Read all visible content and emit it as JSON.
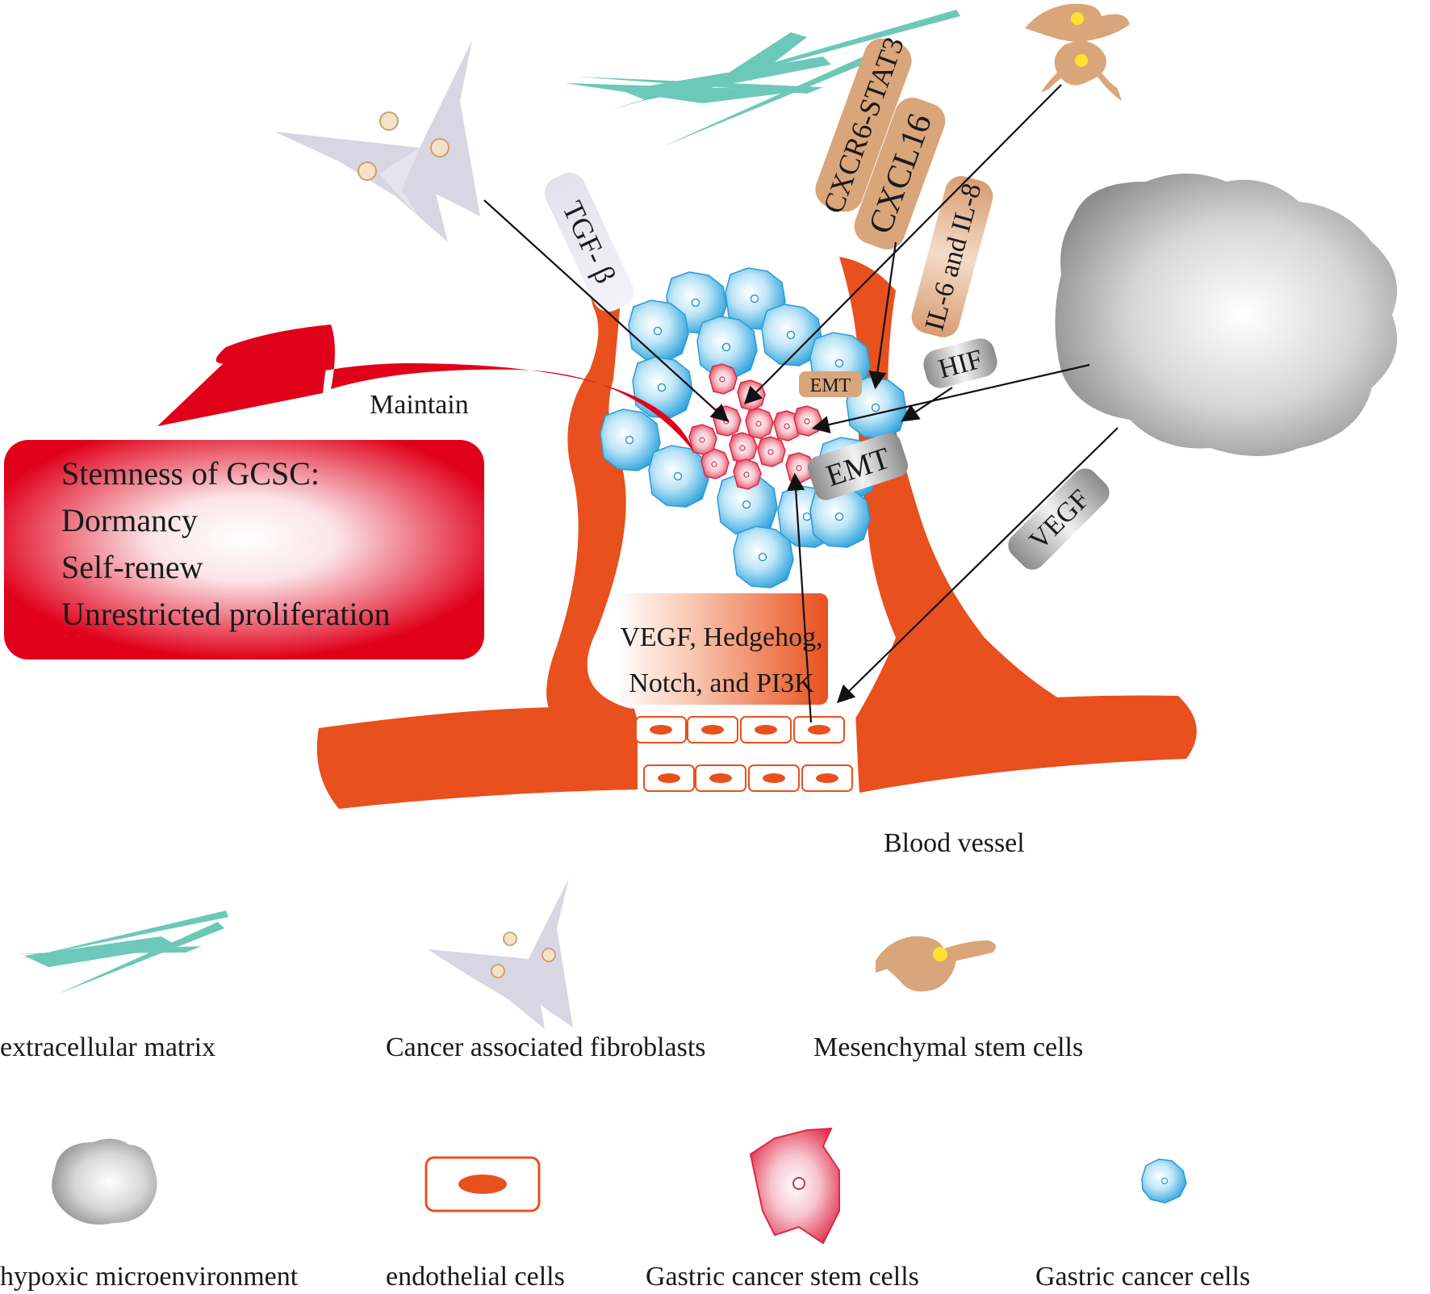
{
  "labels": {
    "tgf": "TGF- β",
    "cxcr6": "CXCR6-STAT3",
    "cxcl16": "CXCL16",
    "il": "IL-6 and IL-8",
    "hif": "HIF",
    "emt_small": "EMT",
    "emt_big": "EMT",
    "vegf": "VEGF",
    "pathways": [
      "VEGF, Hedgehog,",
      "Notch, and PI3K"
    ],
    "maintain": "Maintain",
    "blood_vessel": "Blood vessel"
  },
  "stemness_box": {
    "title": "Stemness of GCSC:",
    "items": [
      "Dormancy",
      "Self-renew",
      "Unrestricted proliferation"
    ]
  },
  "legend": {
    "ecm": "extracellular matrix",
    "caf": "Cancer associated fibroblasts",
    "msc": "Mesenchymal stem cells",
    "hypoxic": "hypoxic microenvironment",
    "endothelial": "endothelial cells",
    "gcsc": "Gastric cancer stem cells",
    "gcc": "Gastric cancer cells"
  },
  "colors": {
    "vessel": "#e8501e",
    "gcsc_red": "#e0304a",
    "gcc_blue": "#3aa8dc",
    "ecm_teal": "#6cc8b8",
    "stemness_red": "#e0001a",
    "msc_tan": "#d9a57a",
    "caf_grey": "#d8d6e2",
    "hypoxic_grey": "#9a9a9a"
  }
}
